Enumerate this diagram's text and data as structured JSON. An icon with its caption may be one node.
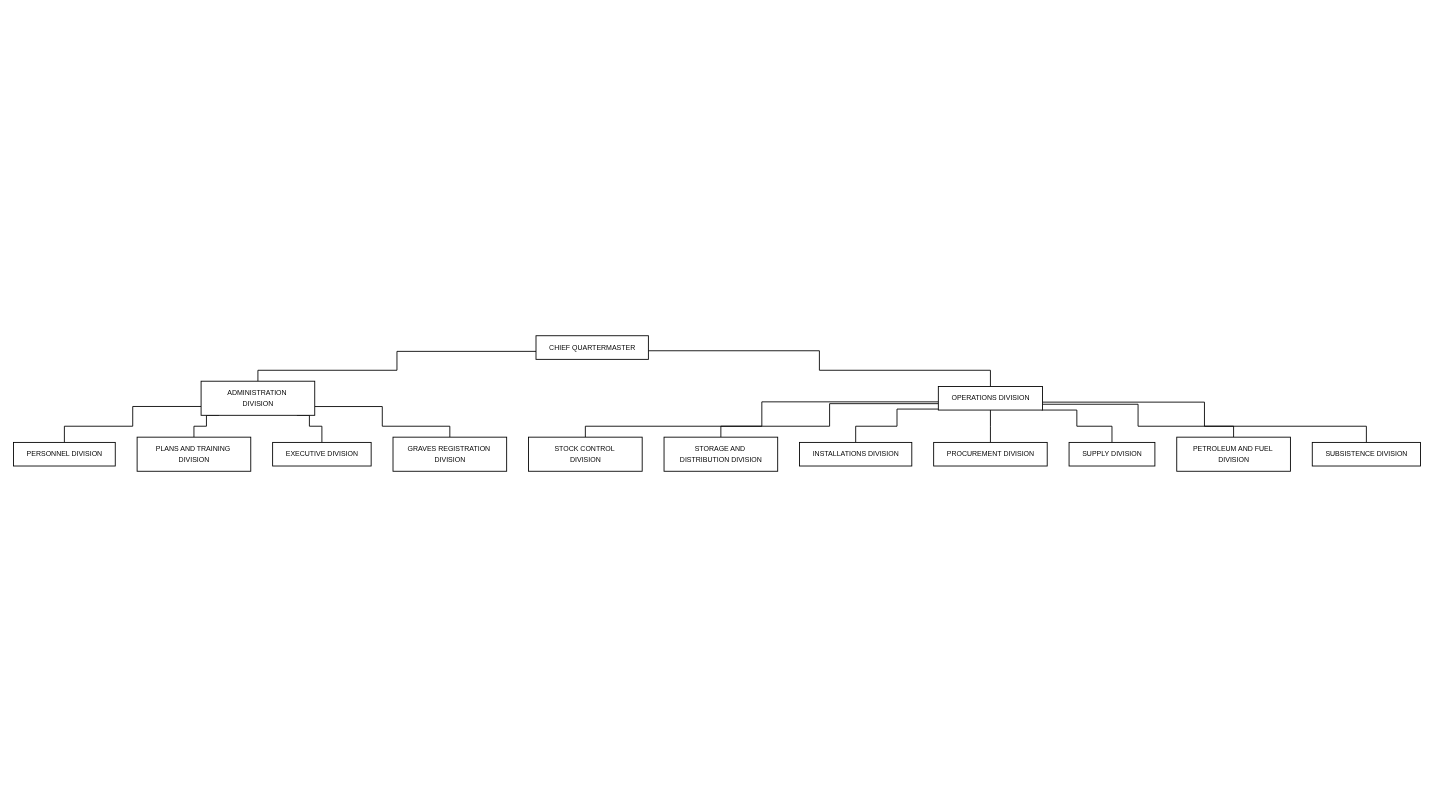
{
  "diagram": {
    "nodes": [
      {
        "text": [
          "CHIEF QUARTERMASTER"
        ]
      },
      {
        "text": [
          "ADMINISTRATION DIVISION"
        ]
      },
      {
        "text": [
          "OPERATIONS DIVISION"
        ]
      },
      {
        "text": [
          "STOCK CONTROL DIVISION"
        ]
      },
      {
        "text": [
          "PERSONNEL DIVISION"
        ]
      },
      {
        "text": [
          "PLANS AND TRAINING DIVISION"
        ]
      },
      {
        "text": [
          "EXECUTIVE DIVISION"
        ]
      },
      {
        "text": [
          "GRAVES REGISTRATION DIVISION"
        ]
      },
      {
        "text": [
          "STORAGE AND DISTRIBUTION DIVISION"
        ]
      },
      {
        "text": [
          "INSTALLATIONS DIVISION"
        ]
      },
      {
        "text": [
          "PROCUREMENT DIVISION"
        ]
      },
      {
        "text": [
          "SUPPLY DIVISION"
        ]
      },
      {
        "text": [
          "PETROLEUM AND FUEL DIVISION"
        ]
      },
      {
        "text": [
          "SUBSISTENCE DIVISION"
        ]
      }
    ],
    "edges": [
      {
        "from": 0,
        "to": 1,
        "arrow": "none"
      },
      {
        "from": 0,
        "to": 2,
        "arrow": "none"
      },
      {
        "from": 2,
        "to": 3,
        "arrow": "none"
      },
      {
        "from": 1,
        "to": 4,
        "arrow": "none"
      },
      {
        "from": 1,
        "to": 5,
        "arrow": "none"
      },
      {
        "from": 1,
        "to": 6,
        "arrow": "none"
      },
      {
        "from": 1,
        "to": 7,
        "arrow": "none"
      },
      {
        "from": 2,
        "to": 8,
        "arrow": "none"
      },
      {
        "from": 2,
        "to": 9,
        "arrow": "none"
      },
      {
        "from": 2,
        "to": 10,
        "arrow": "none"
      },
      {
        "from": 2,
        "to": 11,
        "arrow": "none"
      },
      {
        "from": 2,
        "to": 12,
        "arrow": "none"
      },
      {
        "from": 2,
        "to": 13,
        "arrow": "none"
      }
    ]
  }
}
